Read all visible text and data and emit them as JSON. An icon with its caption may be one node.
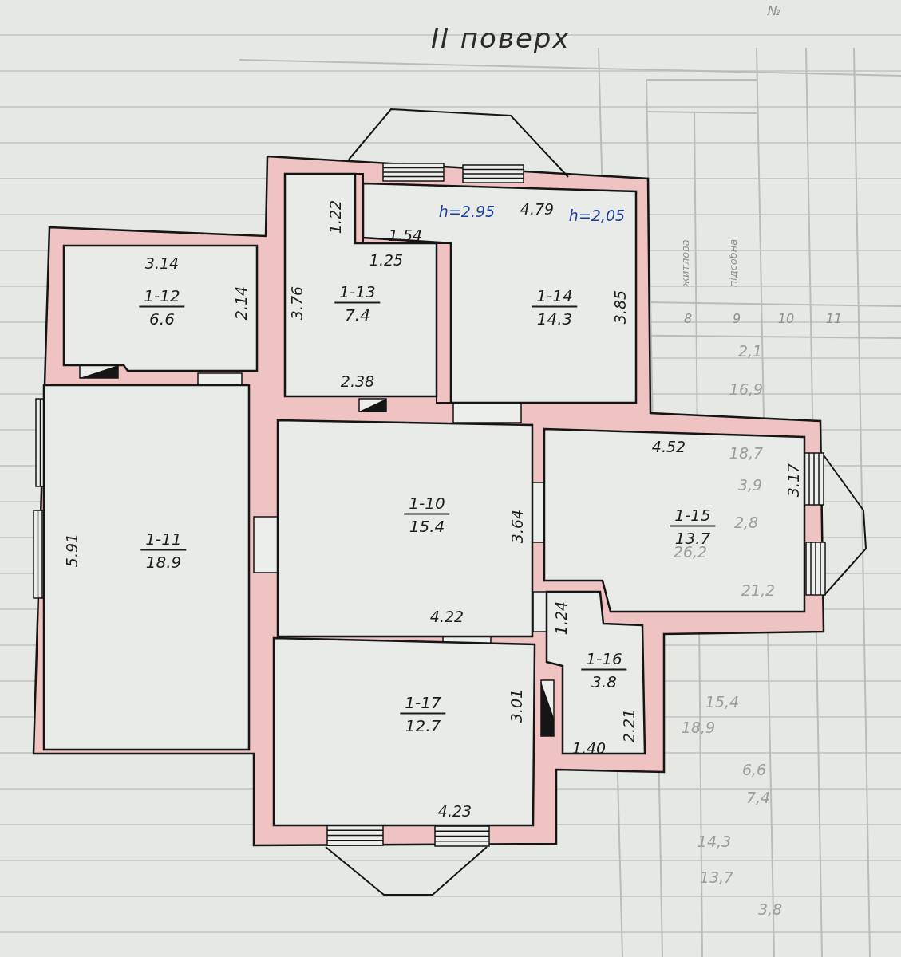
{
  "diagram": {
    "title": "ІІ поверх",
    "nodes": [
      {
        "text": [
          "1-13",
          "7.4"
        ]
      },
      {
        "text": [
          "1-14",
          "14.3"
        ]
      },
      {
        "text": [
          "1-12",
          "6.6"
        ]
      },
      {
        "text": [
          "1-11",
          "18.9"
        ]
      },
      {
        "text": [
          "1-10",
          "15.4"
        ]
      },
      {
        "text": [
          "1-15",
          "13.7"
        ]
      },
      {
        "text": [
          "1-16",
          "3.8"
        ]
      },
      {
        "text": [
          "1-17",
          "12.7"
        ]
      }
    ],
    "labels": [
      "№",
      "h=2.95",
      "4.79",
      "h=2,05",
      "1.22",
      "1.54",
      "житлова",
      "підсобна",
      "3.14",
      "1.25",
      "2.14",
      "3.76",
      "3.85",
      "8",
      "9",
      "10",
      "11",
      "2,1",
      "2.38",
      "16,9",
      "4.52",
      "18,7",
      "3.17",
      "3,9",
      "3.64",
      "2,8",
      "5.91",
      "26,2",
      "21,2",
      "4.22",
      "1.24",
      "15,4",
      "3.01",
      "2.21",
      "18,9",
      "1.40",
      "6,6",
      "7,4",
      "4.23",
      "14,3",
      "13,7",
      "3,8"
    ]
  }
}
